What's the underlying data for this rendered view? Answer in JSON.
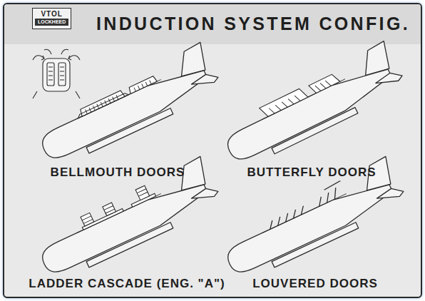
{
  "diagram": {
    "title": "INDUCTION SYSTEM CONFIG.",
    "nodes": [
      {
        "text": [
          "VTOL",
          "LOCKHEED"
        ]
      }
    ],
    "labels": [
      "BELLMOUTH DOORS",
      "BUTTERFLY DOORS",
      "LADDER CASCADE (ENG. \"A\")",
      "LOUVERED DOORS"
    ]
  }
}
